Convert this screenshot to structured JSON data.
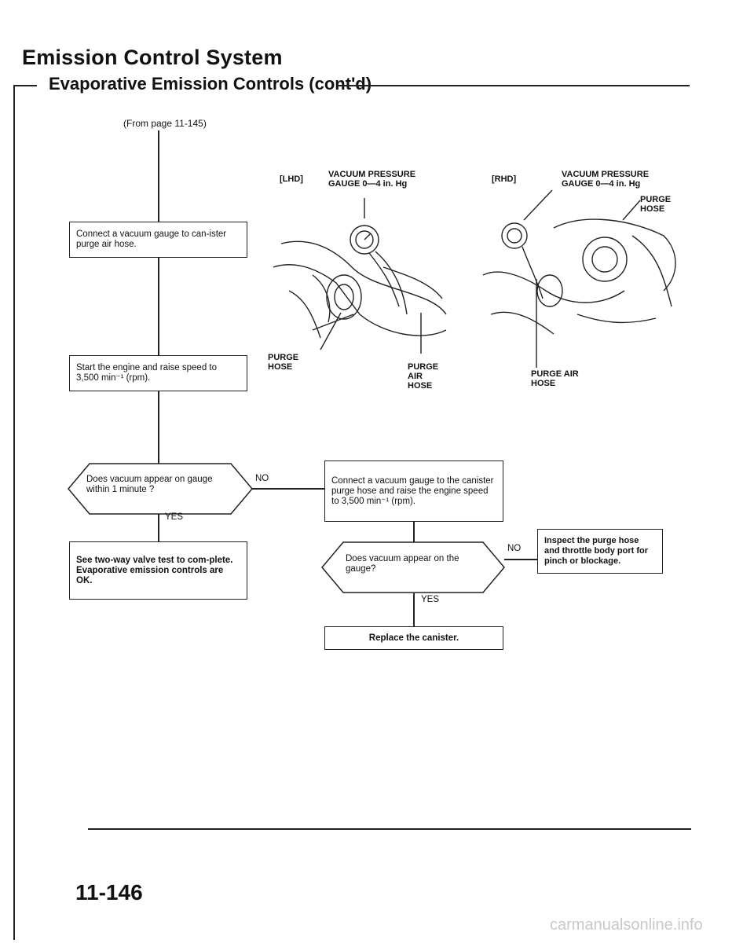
{
  "header": {
    "title": "Emission Control System",
    "subtitle": "Evaporative Emission Controls (cont'd)"
  },
  "from_page": "(From page 11-145)",
  "steps": {
    "connect_gauge_purge_air": "Connect a vacuum gauge to can-ister purge air hose.",
    "start_engine": "Start the engine and raise speed to 3,500 min⁻¹ (rpm).",
    "question_vacuum_1min": "Does vacuum appear on gauge within 1 minute ?",
    "result_ok": "See two-way valve test to com-plete. Evaporative emission controls are OK.",
    "connect_gauge_purge_hose": "Connect a vacuum gauge to the canister purge hose and raise the engine speed to 3,500 min⁻¹ (rpm).",
    "question_vacuum_gauge": "Does vacuum appear on the gauge?",
    "inspect_purge_hose": "Inspect the purge hose and throttle body port for pinch or blockage.",
    "replace_canister": "Replace the canister."
  },
  "branches": {
    "yes": "YES",
    "no": "NO"
  },
  "figure": {
    "lhd_tag": "[LHD]",
    "rhd_tag": "[RHD]",
    "lhd_gauge": "VACUUM PRESSURE\nGAUGE 0—4 in. Hg",
    "rhd_gauge": "VACUUM PRESSURE\nGAUGE 0—4 in. Hg",
    "lhd_purge_hose": "PURGE\nHOSE",
    "lhd_purge_air_hose": "PURGE\nAIR\nHOSE",
    "rhd_purge_hose": "PURGE\nHOSE",
    "rhd_purge_air_hose": "PURGE AIR\nHOSE"
  },
  "footer": {
    "page_number": "11-146",
    "watermark": "carmanualsonline.info"
  }
}
